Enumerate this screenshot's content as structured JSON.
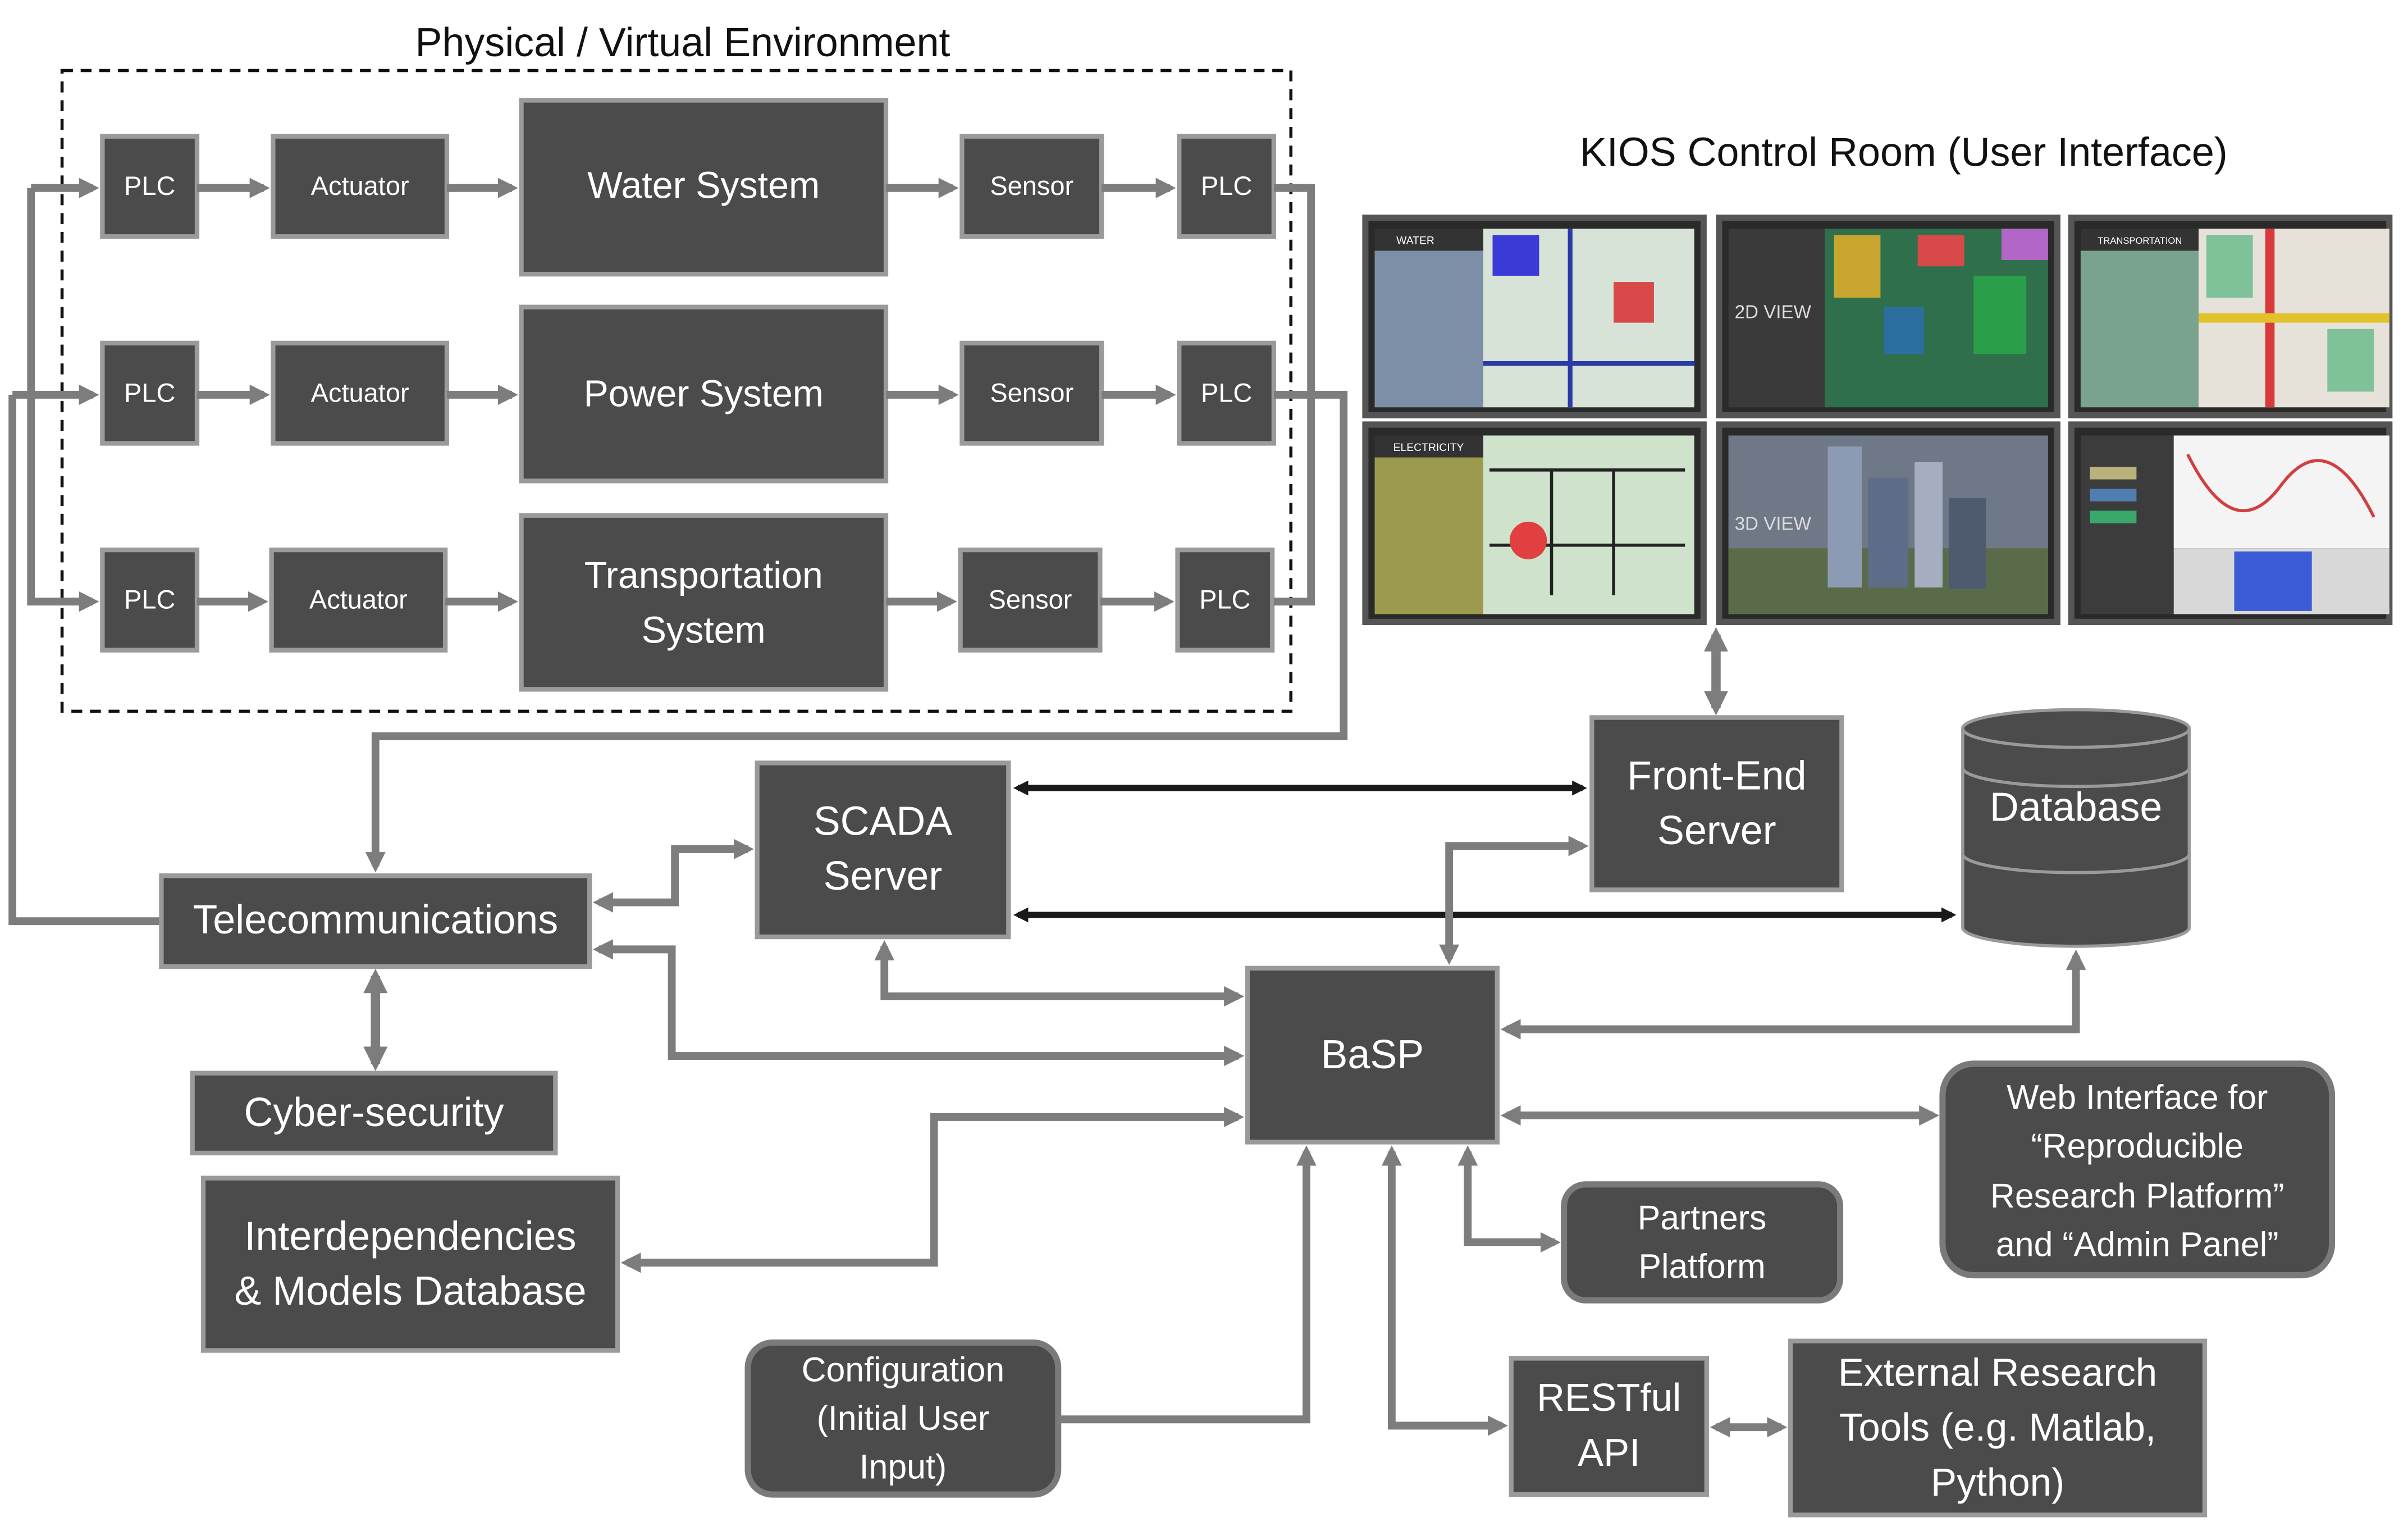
{
  "environment": {
    "title": "Physical / Virtual Environment"
  },
  "rows": [
    {
      "plc_in": "PLC",
      "actuator": "Actuator",
      "system": [
        "Water System"
      ],
      "sensor": "Sensor",
      "plc_out": "PLC"
    },
    {
      "plc_in": "PLC",
      "actuator": "Actuator",
      "system": [
        "Power System"
      ],
      "sensor": "Sensor",
      "plc_out": "PLC"
    },
    {
      "plc_in": "PLC",
      "actuator": "Actuator",
      "system": [
        "Transportation",
        "System"
      ],
      "sensor": "Sensor",
      "plc_out": "PLC"
    }
  ],
  "control_room": {
    "title": "KIOS Control Room (User Interface)",
    "screens": [
      {
        "label": "WATER",
        "colors": [
          "#7d8fa6",
          "#d7e3d6"
        ]
      },
      {
        "label": "2D VIEW",
        "colors": [
          "#3a3a3a",
          "#2f6f4c"
        ]
      },
      {
        "label": "TRANSPORTATION",
        "colors": [
          "#7aa38f",
          "#e6e2da"
        ]
      },
      {
        "label": "ELECTRICITY",
        "colors": [
          "#9c9a4e",
          "#cfe3cc"
        ]
      },
      {
        "label": "3D VIEW",
        "colors": [
          "#6f7886",
          "#5a6b4a"
        ]
      },
      {
        "label": "",
        "colors": [
          "#d8d8d8",
          "#f4f4f4"
        ]
      }
    ]
  },
  "nodes": {
    "telecom": "Telecommunications",
    "scada": [
      "SCADA",
      "Server"
    ],
    "frontend": [
      "Front-End",
      "Server"
    ],
    "database": "Database",
    "cyber": "Cyber-security",
    "basp": "BaSP",
    "interdep": [
      "Interdependencies",
      "& Models Database"
    ],
    "web": [
      "Web Interface for",
      "“Reproducible",
      "Research Platform”",
      "and “Admin Panel”"
    ],
    "partners": [
      "Partners",
      "Platform"
    ],
    "config": [
      "Configuration",
      "(Initial User",
      "Input)"
    ],
    "restful": [
      "RESTful",
      "API"
    ],
    "external": [
      "External Research",
      "Tools (e.g. Matlab,",
      "Python)"
    ]
  },
  "colors": {
    "box": "#4b4b4b",
    "arrow": "#7d7d7d",
    "dark_arrow": "#1a1a1a",
    "text": "#ffffff"
  }
}
